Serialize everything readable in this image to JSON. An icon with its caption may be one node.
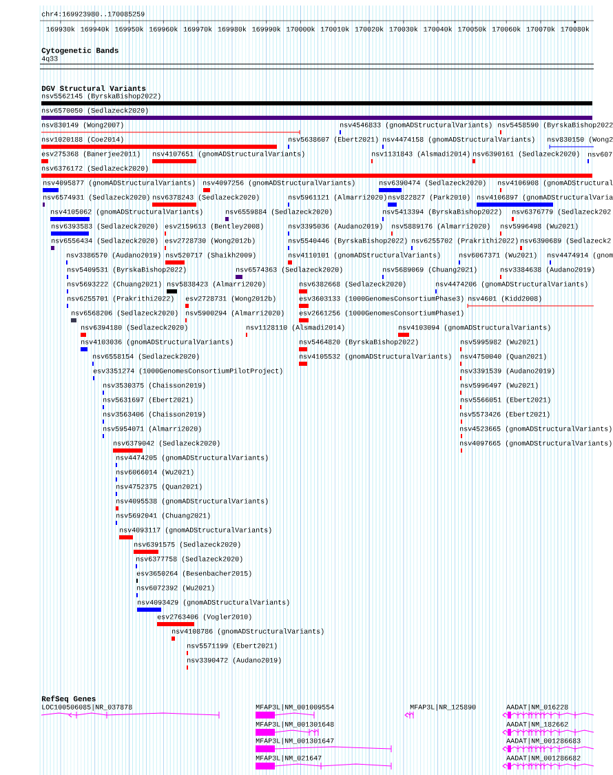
{
  "diagram": {
    "title": "chr4:169923980..170085259",
    "labels": [
      "169930k",
      "169940k",
      "169950k",
      "169960k",
      "169970k",
      "169980k",
      "169990k",
      "170000k",
      "170010k",
      "170020k",
      "170030k",
      "170040k",
      "170050k",
      "170060k",
      "170070k",
      "170080k",
      "Cytogenetic Bands",
      "4q33",
      "DGV Structural Variants",
      "nsv5562145 (ByrskaBishop2022)",
      "nsv6570050 (Sedlazeck2020)",
      "nsv830149 (Wong2007)",
      "nsv4546833 (gnomADStructuralVariants)",
      "nsv5458590 (ByrskaBishop2022",
      "nsv1020188 (Coe2014)",
      "nsv5638607 (Ebert2021)",
      "nsv4474158 (gnomADStructuralVariants)",
      "nsv830150 (Wong2",
      "esv275368 (Banerjee2011)",
      "nsv4107651 (gnomADStructuralVariants)",
      "nsv1131843 (Alsmadi2014)",
      "nsv6390161 (Sedlazeck2020)",
      "nsv607",
      "nsv6376172 (Sedlazeck2020)",
      "nsv4095877 (gnomADStructuralVariants)",
      "nsv4097256 (gnomADStructuralVariants)",
      "nsv6390474 (Sedlazeck2020)",
      "nsv4106908 (gnomADStructural",
      "nsv6574931 (Sedlazeck2020)",
      "nsv6378243 (Sedlazeck2020)",
      "nsv5961121 (Almarri2020)",
      "nsv822827 (Park2010)",
      "nsv4106897 (gnomADStructuralVaria",
      "nsv4105062 (gnomADStructuralVariants)",
      "nsv6559884 (Sedlazeck2020)",
      "nsv5413394 (ByrskaBishop2022)",
      "nsv6376779 (Sedlazeck202",
      "nsv6393583 (Sedlazeck2020)",
      "esv2159613 (Bentley2008)",
      "nsv3395036 (Audano2019)",
      "nsv5889176 (Almarri2020)",
      "nsv5996498 (Wu2021)",
      "nsv6556434 (Sedlazeck2020)",
      "esv2728730 (Wong2012b)",
      "nsv5540446 (ByrskaBishop2022)",
      "nsv6255702 (Prakrithi2022)",
      "nsv6390689 (Sedlazeck2",
      "nsv3386570 (Audano2019)",
      "nsv520717 (Shaikh2009)",
      "nsv4110101 (gnomADStructuralVariants)",
      "nsv6067371 (Wu2021)",
      "nsv4474914 (gnom",
      "nsv5409531 (ByrskaBishop2022)",
      "nsv6574363 (Sedlazeck2020)",
      "nsv5689069 (Chuang2021)",
      "nsv3384638 (Audano2019)",
      "nsv5693222 (Chuang2021)",
      "nsv5838423 (Almarri2020)",
      "nsv6382668 (Sedlazeck2020)",
      "nsv4474206 (gnomADStructuralVariants)",
      "nsv6255701 (Prakrithi2022)",
      "esv2728731 (Wong2012b)",
      "esv3603133 (1000GenomesConsortiumPhase3)",
      "nsv4601 (Kidd2008)",
      "nsv6568206 (Sedlazeck2020)",
      "nsv5900294 (Almarri2020)",
      "esv2661256 (1000GenomesConsortiumPhase1)",
      "nsv6394180 (Sedlazeck2020)",
      "nsv1128110 (Alsmadi2014)",
      "nsv4103094 (gnomADStructuralVariants)",
      "nsv4103036 (gnomADStructuralVariants)",
      "nsv5464820 (ByrskaBishop2022)",
      "nsv5995982 (Wu2021)",
      "nsv6558154 (Sedlazeck2020)",
      "nsv4105532 (gnomADStructuralVariants)",
      "nsv4750040 (Quan2021)",
      "esv3351274 (1000GenomesConsortiumPilotProject)",
      "nsv3391539 (Audano2019)",
      "nsv3530375 (Chaisson2019)",
      "nsv5996497 (Wu2021)",
      "nsv5631697 (Ebert2021)",
      "nsv5566051 (Ebert2021)",
      "nsv3563406 (Chaisson2019)",
      "nsv5573426 (Ebert2021)",
      "nsv5954071 (Almarri2020)",
      "nsv4523665 (gnomADStructuralVariants)",
      "nsv6379042 (Sedlazeck2020)",
      "nsv4097665 (gnomADStructuralVariants)",
      "nsv4474205 (gnomADStructuralVariants)",
      "nsv6066014 (Wu2021)",
      "nsv4752375 (Quan2021)",
      "nsv4095538 (gnomADStructuralVariants)",
      "nsv5692041 (Chuang2021)",
      "nsv4093117 (gnomADStructuralVariants)",
      "nsv6391575 (Sedlazeck2020)",
      "nsv6377758 (Sedlazeck2020)",
      "esv3650264 (Besenbacher2015)",
      "nsv6072392 (Wu2021)",
      "nsv4093429 (gnomADStructuralVariants)",
      "esv2763406 (Vogler2010)",
      "nsv4108786 (gnomADStructuralVariants)",
      "nsv5571199 (Ebert2021)",
      "nsv3390472 (Audano2019)",
      "RefSeq Genes",
      "LOC100506085|NR_037878",
      "MFAP3L|NM_001009554",
      "MFAP3L|NR_125890",
      "AADAT|NM_016228",
      "MFAP3L|NM_001301648",
      "AADAT|NM_182662",
      "MFAP3L|NM_001301647",
      "AADAT|NM_001286683",
      "MFAP3L|NM_021647",
      "AADAT|NM_001286682"
    ]
  }
}
